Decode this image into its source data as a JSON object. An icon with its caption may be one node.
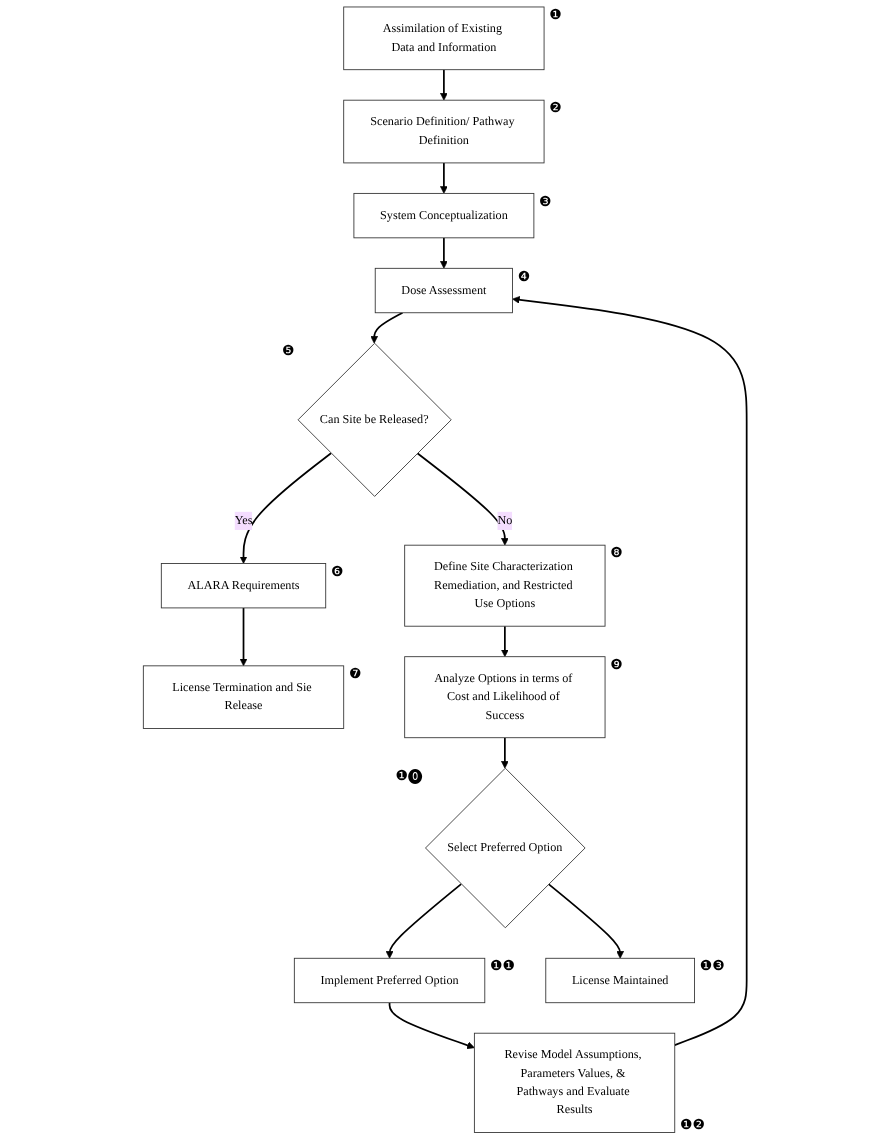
{
  "diagram": {
    "nodes": [
      {
        "text": [
          "Assimilation of Existing Data and Information"
        ],
        "beside": [
          "❶"
        ]
      },
      {
        "text": [
          "Scenario Definition/ Pathway Definition"
        ],
        "beside": [
          "❷"
        ]
      },
      {
        "text": [
          "System Conceptualization"
        ],
        "beside": [
          "❸"
        ]
      },
      {
        "text": [
          "Dose Assessment"
        ],
        "beside": [
          "❹"
        ]
      },
      {
        "text": [
          "Can Site be Released?"
        ],
        "beside": [
          "❺"
        ]
      },
      {
        "text": [
          "ALARA Requirements"
        ],
        "beside": [
          "❻"
        ]
      },
      {
        "text": [
          "License Termination and Sie Release"
        ],
        "beside": [
          "❼"
        ]
      },
      {
        "text": [
          "Define Site Characterization Remediation, and Restricted Use Options"
        ],
        "beside": [
          "❽"
        ]
      },
      {
        "text": [
          "Analyze Options in terms of Cost and Likelihood of Success"
        ],
        "beside": [
          "❾"
        ]
      },
      {
        "text": [
          "Select Preferred Option"
        ],
        "beside": [
          "❶⓿"
        ]
      },
      {
        "text": [
          "Implement Preferred Option"
        ],
        "beside": [
          "❶❶"
        ]
      },
      {
        "text": [
          "Revise Model Assumptions, Parameters Values, & Pathways and Evaluate Results"
        ],
        "beside": [
          "❶❷"
        ]
      },
      {
        "text": [
          "License Maintained"
        ],
        "beside": [
          "❶❸"
        ]
      }
    ],
    "edges": [
      {
        "from": 0,
        "to": 1,
        "arrow": "to"
      },
      {
        "from": 1,
        "to": 2,
        "arrow": "to"
      },
      {
        "from": 2,
        "to": 3,
        "arrow": "to"
      },
      {
        "from": 3,
        "to": 4,
        "arrow": "to"
      },
      {
        "from": 4,
        "to": 7,
        "arrow": "to",
        "label": "No"
      },
      {
        "from": 4,
        "to": 5,
        "arrow": "to",
        "label": "Yes"
      },
      {
        "from": 5,
        "to": 6,
        "arrow": "to"
      },
      {
        "from": 7,
        "to": 8,
        "arrow": "to"
      },
      {
        "from": 8,
        "to": 9,
        "arrow": "to"
      },
      {
        "from": 9,
        "to": 10,
        "arrow": "to"
      },
      {
        "from": 10,
        "to": 11,
        "arrow": "to"
      },
      {
        "from": 11,
        "to": 3,
        "arrow": "to"
      },
      {
        "from": 9,
        "to": 12,
        "arrow": "to"
      }
    ]
  }
}
